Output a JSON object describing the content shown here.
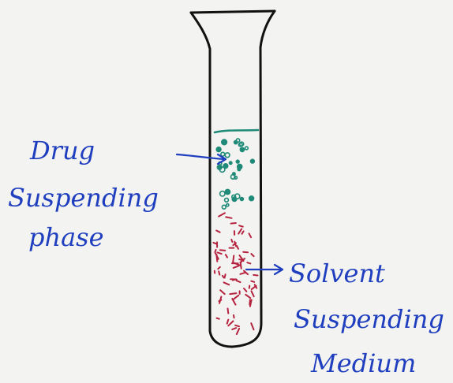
{
  "labels": {
    "drug_line1": "Drug",
    "drug_line2": "Suspending",
    "drug_line3": "phase",
    "solvent_line1": "Solvent",
    "solvent_line2": "Suspending",
    "solvent_line3": "Medium"
  },
  "colors": {
    "paper": "#f3f3f1",
    "ink_outline": "#111111",
    "label_ink": "#1f3fbf",
    "drug_dots": "#1f8a78",
    "medium_dots": "#b5233f"
  }
}
